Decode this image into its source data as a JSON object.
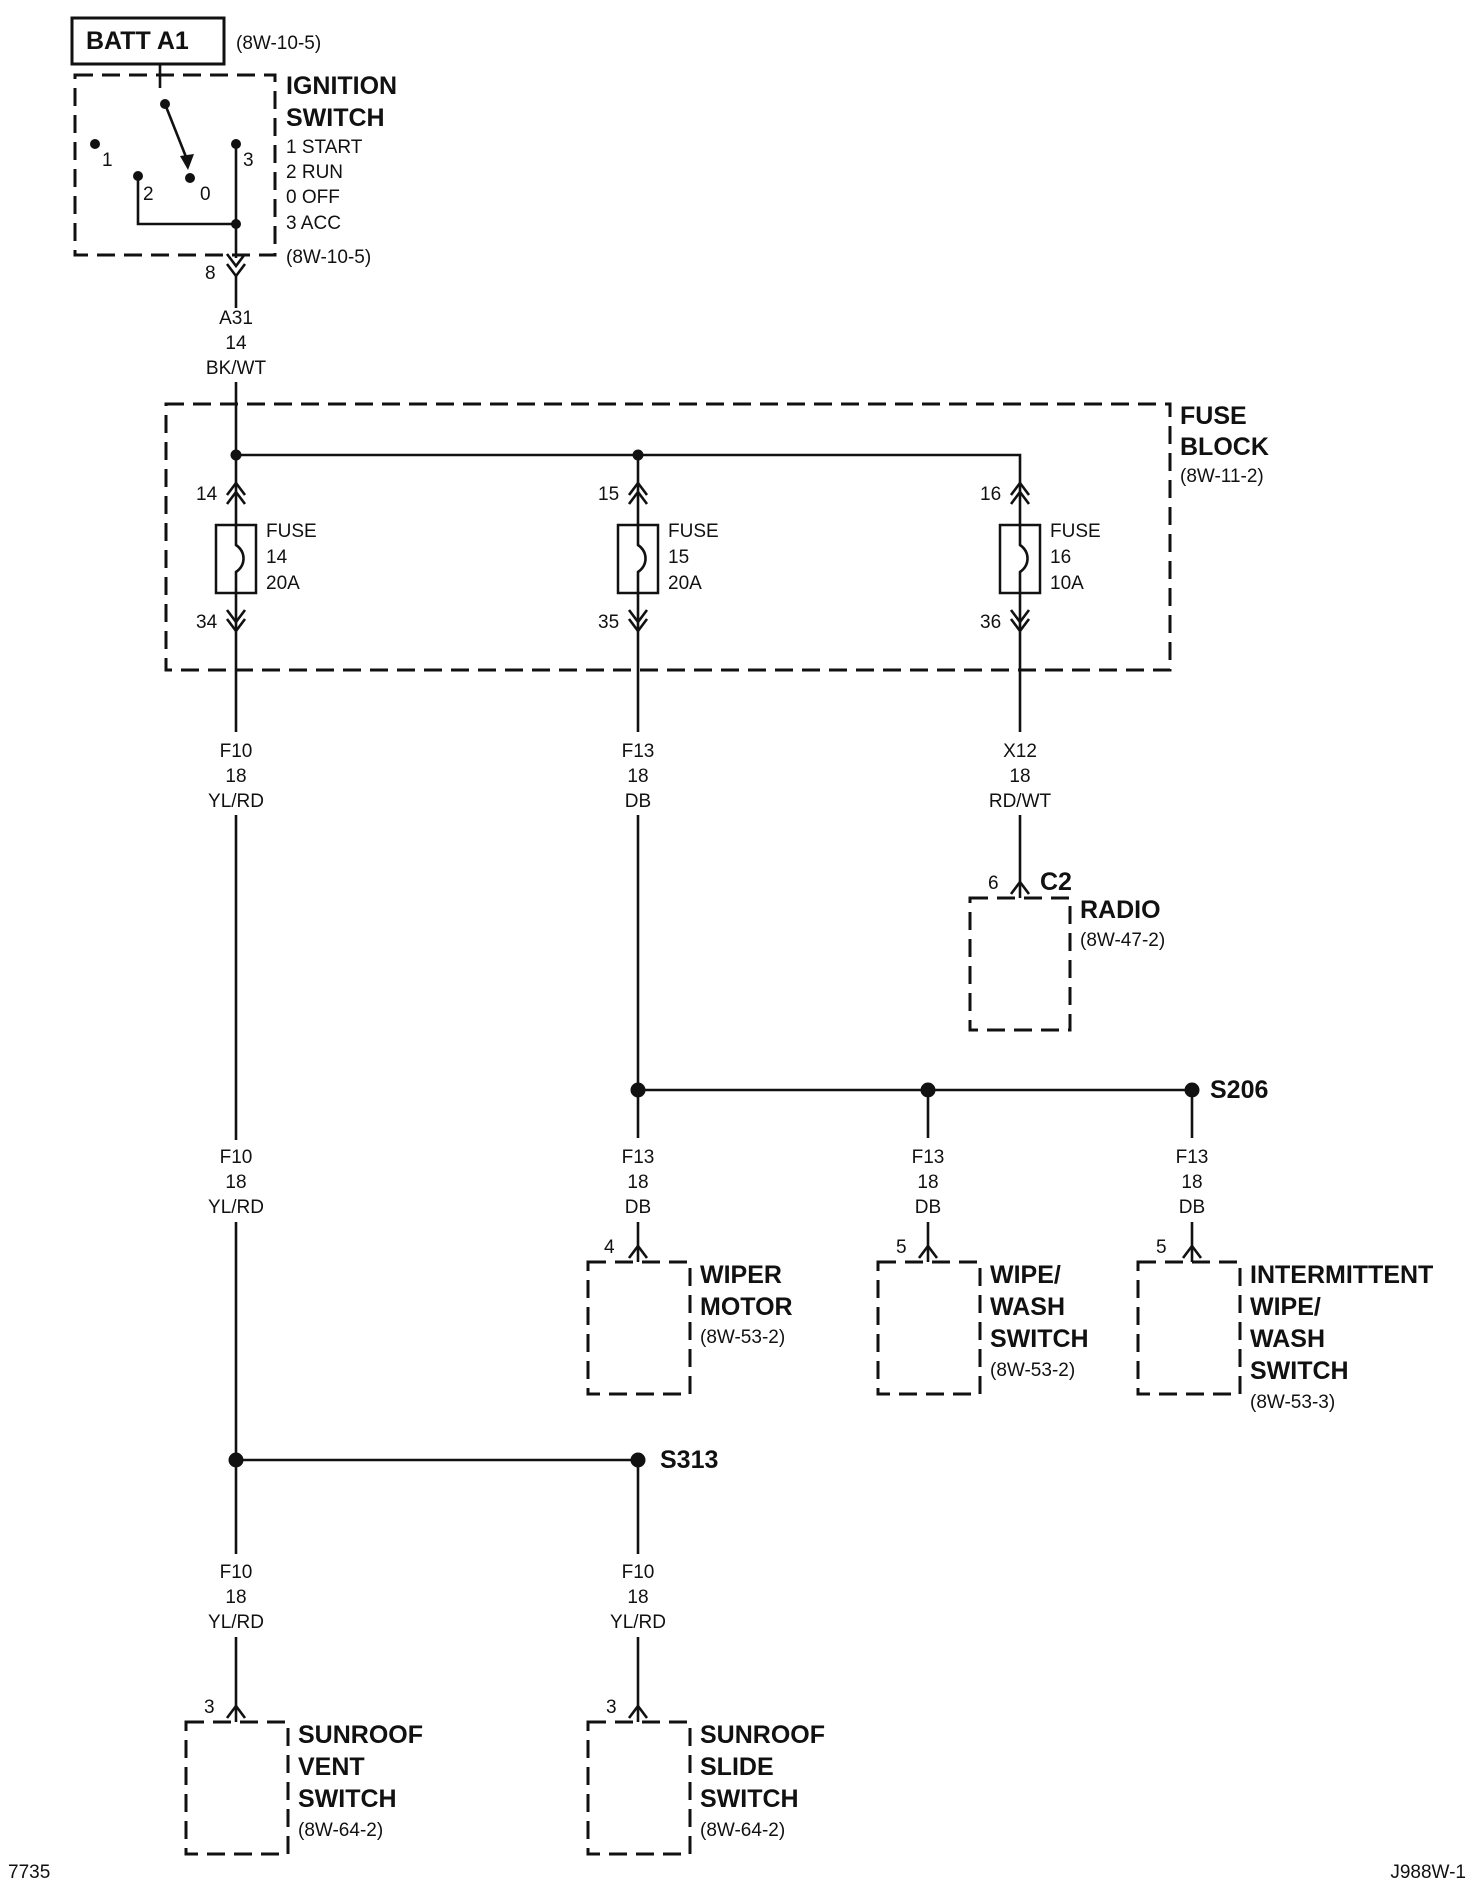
{
  "batt": {
    "label": "BATT A1",
    "ref": "(8W-10-5)"
  },
  "ignition": {
    "title1": "IGNITION",
    "title2": "SWITCH",
    "pos1": "1 START",
    "pos2": "2 RUN",
    "pos3": "0 OFF",
    "pos4": "3 ACC",
    "ref": "(8W-10-5)",
    "term1": "1",
    "term2": "2",
    "term0": "0",
    "term3": "3",
    "pin": "8"
  },
  "wire_a31": {
    "circuit": "A31",
    "gauge": "14",
    "color": "BK/WT"
  },
  "fuse_block": {
    "title1": "FUSE",
    "title2": "BLOCK",
    "ref": "(8W-11-2)",
    "fuses": [
      {
        "in_pin": "14",
        "out_pin": "34",
        "label": "FUSE",
        "number": "14",
        "rating": "20A"
      },
      {
        "in_pin": "15",
        "out_pin": "35",
        "label": "FUSE",
        "number": "15",
        "rating": "20A"
      },
      {
        "in_pin": "16",
        "out_pin": "36",
        "label": "FUSE",
        "number": "16",
        "rating": "10A"
      }
    ]
  },
  "wire_f10_top": {
    "circuit": "F10",
    "gauge": "18",
    "color": "YL/RD"
  },
  "wire_f13_top": {
    "circuit": "F13",
    "gauge": "18",
    "color": "DB"
  },
  "wire_x12": {
    "circuit": "X12",
    "gauge": "18",
    "color": "RD/WT"
  },
  "radio": {
    "pin": "6",
    "connector": "C2",
    "title": "RADIO",
    "ref": "(8W-47-2)"
  },
  "splice_s206": {
    "label": "S206"
  },
  "wire_f13_wiper": {
    "circuit": "F13",
    "gauge": "18",
    "color": "DB"
  },
  "wire_f13_wash": {
    "circuit": "F13",
    "gauge": "18",
    "color": "DB"
  },
  "wire_f13_int": {
    "circuit": "F13",
    "gauge": "18",
    "color": "DB"
  },
  "wiper_motor": {
    "pin": "4",
    "title1": "WIPER",
    "title2": "MOTOR",
    "ref": "(8W-53-2)"
  },
  "wipe_wash": {
    "pin": "5",
    "title1": "WIPE/",
    "title2": "WASH",
    "title3": "SWITCH",
    "ref": "(8W-53-2)"
  },
  "int_wipe_wash": {
    "pin": "5",
    "title1": "INTERMITTENT",
    "title2": "WIPE/",
    "title3": "WASH",
    "title4": "SWITCH",
    "ref": "(8W-53-3)"
  },
  "wire_f10_mid": {
    "circuit": "F10",
    "gauge": "18",
    "color": "YL/RD"
  },
  "splice_s313": {
    "label": "S313"
  },
  "wire_f10_vent": {
    "circuit": "F10",
    "gauge": "18",
    "color": "YL/RD"
  },
  "wire_f10_slide": {
    "circuit": "F10",
    "gauge": "18",
    "color": "YL/RD"
  },
  "sunroof_vent": {
    "pin": "3",
    "title1": "SUNROOF",
    "title2": "VENT",
    "title3": "SWITCH",
    "ref": "(8W-64-2)"
  },
  "sunroof_slide": {
    "pin": "3",
    "title1": "SUNROOF",
    "title2": "SLIDE",
    "title3": "SWITCH",
    "ref": "(8W-64-2)"
  },
  "footer": {
    "left_code": "7735",
    "right_code": "J988W-1"
  }
}
